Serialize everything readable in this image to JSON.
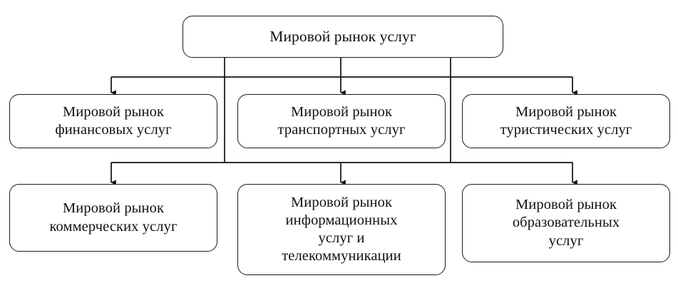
{
  "diagram": {
    "type": "hierarchy-tree",
    "title": "Мировой рынок услуг",
    "orientation": "top-down",
    "colors": {
      "stroke": "#1a1a1a",
      "fill": "#ffffff",
      "text": "#111111"
    },
    "root": {
      "id": "root",
      "label": "Мировой рынок услуг"
    },
    "level2": [
      {
        "id": "financial",
        "label": "Мировой рынок\nфинансовых услуг"
      },
      {
        "id": "transport",
        "label": "Мировой рынок\nтранспортных услуг"
      },
      {
        "id": "tourism",
        "label": "Мировой рынок\nтуристических услуг"
      }
    ],
    "level3": [
      {
        "id": "commercial",
        "label": "Мировой рынок\nкоммерческих услуг"
      },
      {
        "id": "information",
        "label": "Мировой рынок\nинформационных\nуслуг и\nтелекоммуникации"
      },
      {
        "id": "education",
        "label": "Мировой рынок\nобразовательных\nуслуг"
      }
    ]
  }
}
